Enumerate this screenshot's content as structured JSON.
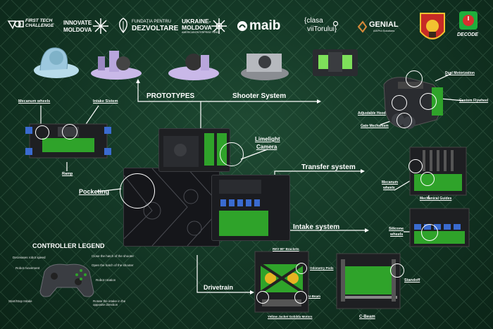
{
  "logos": {
    "first": "FIRST TECH CHALLENGE",
    "innovate_line1": "INNOVATE",
    "innovate_line2": "MOLDOVA",
    "fundatia_line1": "FUNDAȚIA PENTRU",
    "fundatia_line2": "DEZVOLTARE",
    "ukraine_line1": "UKRAINE-",
    "ukraine_line2": "MOLDOVA",
    "ukraine_line3": "AMERICAN ENTERPRISE FUND",
    "maib": "maib",
    "clasa_line1": "{clasa",
    "clasa_line2": "viiTorului}",
    "genial": "GENIAL",
    "genial_sub": "AIVPro Solutions",
    "decode": "DECODE"
  },
  "labels": {
    "prototypes": "PROTOTYPES",
    "shooter_system": "Shooter System",
    "mecanum_wheels": "Mecanum wheels",
    "intake_sistem": "Intake Sistem",
    "ramp": "Ramp",
    "limelight_line1": "Limelight",
    "limelight_line2": "Camera",
    "transfer_system": "Transfer system",
    "pocketing": "Pocketing",
    "intake_system": "Intake system",
    "silicone_line1": "Silicone",
    "silicone_line2": "wheels",
    "mecanum_right_line1": "Mecanum",
    "mecanum_right_line2": "wheels",
    "mechanical_guides": "Mechanical Guides",
    "dual_motorization": "Dual Motorization",
    "custom_flywheel": "Custom Flywheel",
    "adjustable_hood": "Adjustable Hood",
    "gate_mechanism": "Gate Mechanism",
    "drivetrain": "Drivetrain",
    "rev_90_brackets": "REV 90° Brackets",
    "odometry_pods": "Odometry Pods",
    "u_beam": "U-Beam",
    "yellow_jacket": "Yellow Jacket Gobilda Motors",
    "standoff": "Standoff",
    "c_beam": "C-Beam"
  },
  "controller": {
    "title": "CONTROLLER LEGEND",
    "decrease_speed": "Decreases robot speed",
    "robot_movement": "Robot movement",
    "start_stop_intake": "Start/Stop Intake",
    "close_hatch": "Close the hatch of the shooter",
    "open_hatch": "Open the hatch of the shooter",
    "robot_rotation": "Robot rotation",
    "rotate_intake": "Rotate the intake in the opposite direction"
  },
  "colors": {
    "background": "#143826",
    "accent_green": "#2fa32a",
    "prototype_purple": "#c9b8e8",
    "flywheel_green": "#7ee05a"
  }
}
